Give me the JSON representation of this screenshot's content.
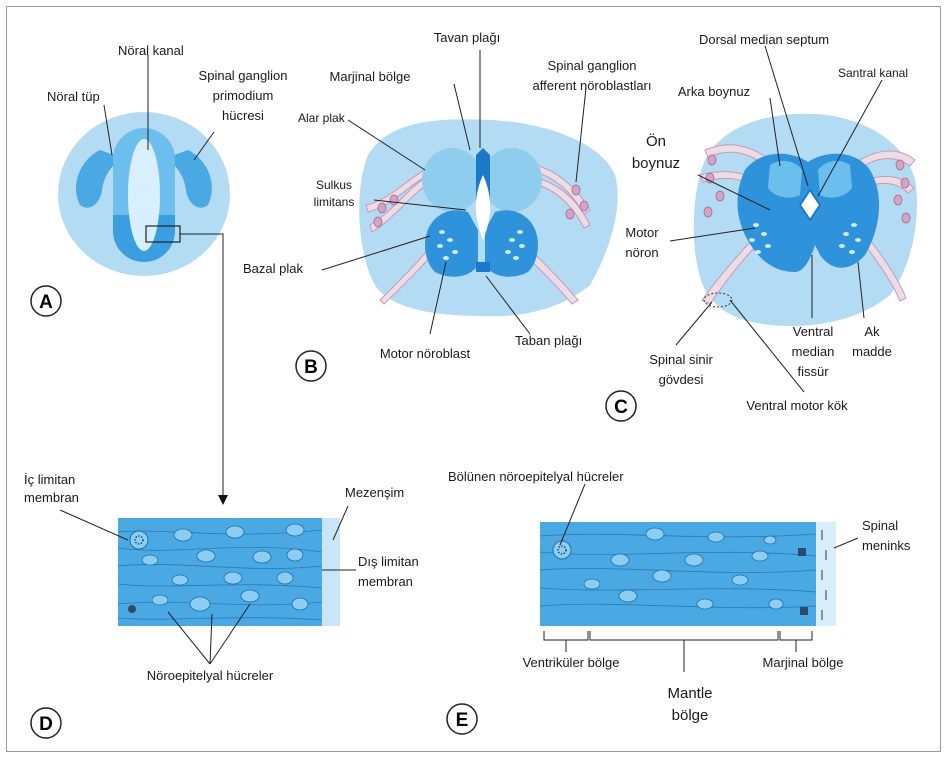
{
  "panels": {
    "A": {
      "letter": "A",
      "neural_tube": "Nöral tüp",
      "neural_canal": "Nöral kanal",
      "ganglion_l1": "Spinal ganglion",
      "ganglion_l2": "primodium",
      "ganglion_l3": "hücresi"
    },
    "B": {
      "letter": "B",
      "roof_plate": "Tavan plağı",
      "marginal_zone": "Marjinal bölge",
      "alar_plate": "Alar plak",
      "sulcus_l1": "Sulkus",
      "sulcus_l2": "limitans",
      "basal_plate": "Bazal plak",
      "motor_neuroblast": "Motor nöroblast",
      "floor_plate": "Taban plağı",
      "afferent_l1": "Spinal ganglion",
      "afferent_l2": "afferent nöroblastları"
    },
    "C": {
      "letter": "C",
      "dorsal_septum": "Dorsal median septum",
      "posterior_horn": "Arka boynuz",
      "central_canal": "Santral kanal",
      "anterior_l1": "Ön",
      "anterior_l2": "boynuz",
      "motor_neuron_l1": "Motor",
      "motor_neuron_l2": "nöron",
      "ventral_fissure_l1": "Ventral",
      "ventral_fissure_l2": "median",
      "ventral_fissure_l3": "fissür",
      "white_matter_l1": "Ak",
      "white_matter_l2": "madde",
      "spinal_nerve_l1": "Spinal sinir",
      "spinal_nerve_l2": "gövdesi",
      "ventral_root": "Ventral motor kök"
    },
    "D": {
      "letter": "D",
      "inner_l1": "İç limitan",
      "inner_l2": "membran",
      "mesenchyme": "Mezenşim",
      "outer_l1": "Dış limitan",
      "outer_l2": "membran",
      "neuroepithelial": "Nöroepitelyal hücreler"
    },
    "E": {
      "letter": "E",
      "dividing": "Bölünen nöroepitelyal hücreler",
      "meninx_l1": "Spinal",
      "meninx_l2": "meninks",
      "ventricular": "Ventriküler bölge",
      "marginal": "Marjinal bölge",
      "mantle_l1": "Mantle",
      "mantle_l2": "bölge"
    }
  },
  "colors": {
    "tissue_light": "#a9d6f1",
    "tissue_mid": "#5fb8ea",
    "tissue_dark": "#2b8fd8",
    "fiber": "#ecdce6",
    "fiber_stroke": "#c79ab5"
  }
}
